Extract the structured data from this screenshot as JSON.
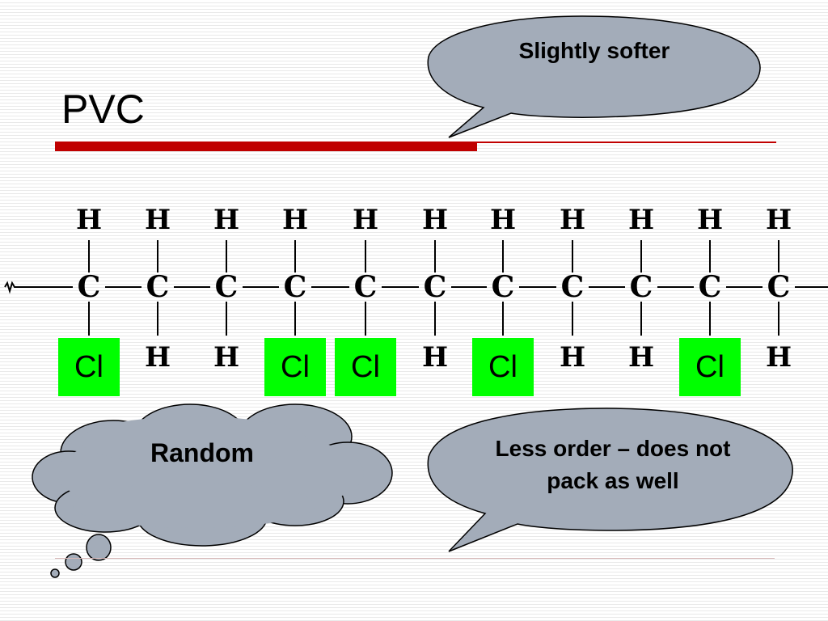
{
  "slide": {
    "title": "PVC"
  },
  "molecule": {
    "top_atoms": [
      "H",
      "H",
      "H",
      "H",
      "H",
      "H",
      "H",
      "H",
      "H",
      "H",
      "H"
    ],
    "chain_atoms": [
      "C",
      "C",
      "C",
      "C",
      "C",
      "C",
      "C",
      "C",
      "C",
      "C",
      "C"
    ],
    "bottom_atoms": [
      "Cl",
      "H",
      "H",
      "Cl",
      "Cl",
      "H",
      "Cl",
      "H",
      "H",
      "Cl",
      "H"
    ],
    "substituent_highlight_color": "#00ff00"
  },
  "callouts": {
    "top_right": "Slightly softer",
    "bottom_right": "Less order – does not pack as well",
    "cloud": "Random"
  },
  "colors": {
    "accent_red": "#c00000",
    "bubble_fill": "#a3acb9",
    "cl_highlight": "#00ff00"
  }
}
